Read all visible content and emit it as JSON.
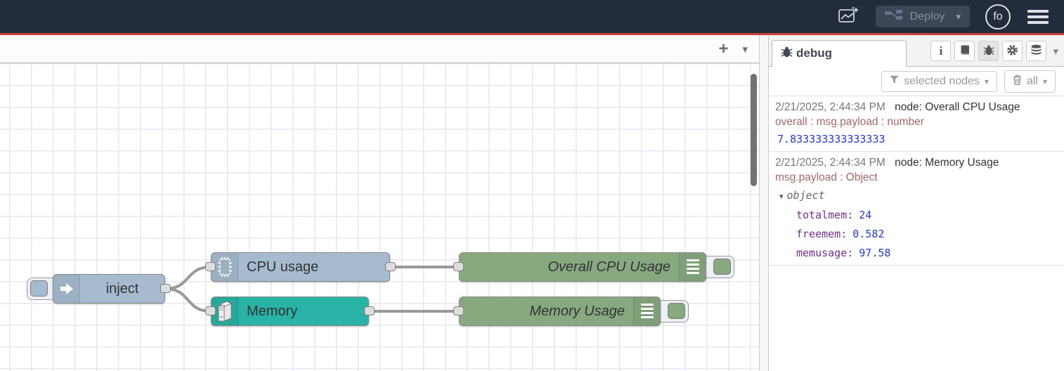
{
  "colors": {
    "header-bg": "#222c3c",
    "accent-red": "#c5413a",
    "node-blue": "#a6bbcf",
    "node-teal": "#29b2a6",
    "node-green": "#87a980",
    "grid-line": "#e6e6f1",
    "wire": "#999999",
    "debug-topic": "#aa6666",
    "debug-number": "#2139d4",
    "debug-key": "#792e90",
    "timestamp": "#777777"
  },
  "glyphs": {
    "chevron_down": "▾",
    "plus": "+",
    "tree_expanded": "▾"
  },
  "header": {
    "deploy": {
      "label": "Deploy"
    },
    "avatar": {
      "label": "fo"
    }
  },
  "flow": {
    "nodes": {
      "inject": {
        "label": "inject"
      },
      "cpu": {
        "label": "CPU usage"
      },
      "memory": {
        "label": "Memory"
      },
      "debug_cpu": {
        "label": "Overall CPU Usage"
      },
      "debug_memory": {
        "label": "Memory Usage"
      }
    }
  },
  "sidebar": {
    "active_tab": "debug",
    "filter_button": "selected nodes",
    "clear_button": "all",
    "messages": [
      {
        "timestamp": "2/21/2025, 2:44:34 PM",
        "source": "node: Overall CPU Usage",
        "topic": "overall : msg.payload : number",
        "value": "7.833333333333333"
      },
      {
        "timestamp": "2/21/2025, 2:44:34 PM",
        "source": "node: Memory Usage",
        "topic": "msg.payload : Object",
        "tree_root": "object",
        "entries": [
          {
            "key": "totalmem:",
            "value": "24"
          },
          {
            "key": "freemem:",
            "value": "0.582"
          },
          {
            "key": "memusage:",
            "value": "97.58"
          }
        ]
      }
    ]
  }
}
